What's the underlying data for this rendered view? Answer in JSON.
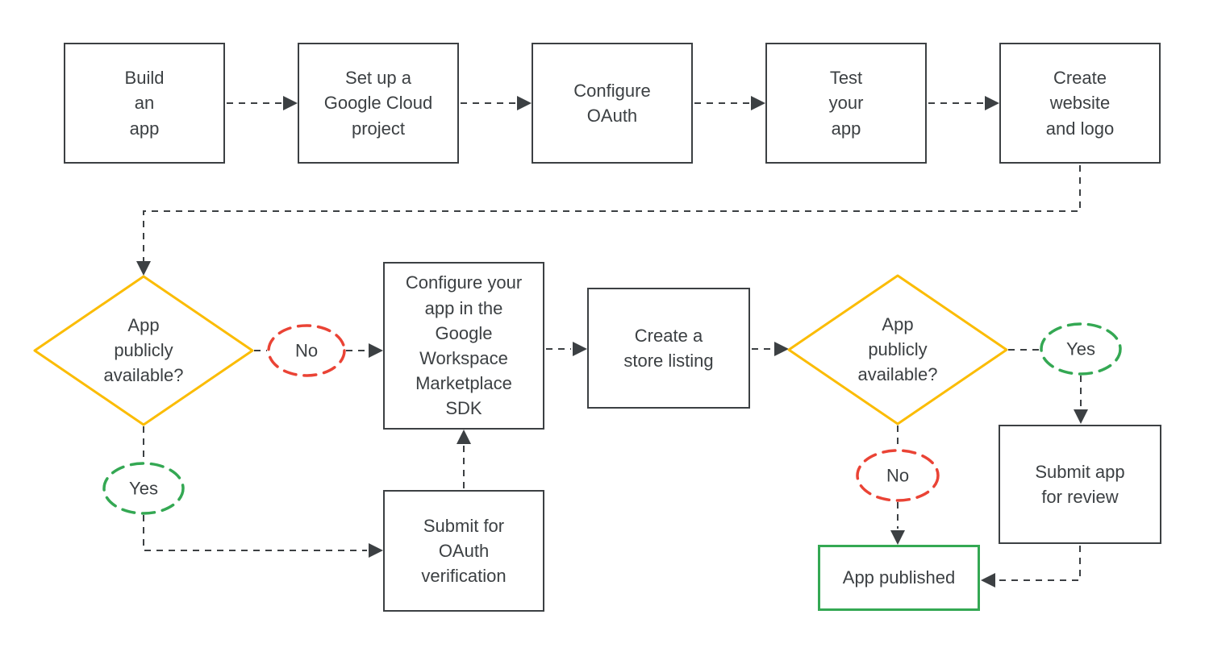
{
  "diagram": {
    "type": "flowchart",
    "colors": {
      "background": "#ffffff",
      "node_border": "#3c4043",
      "text": "#3c4043",
      "connector": "#3c4043",
      "decision": "#fbbc04",
      "no": "#ea4335",
      "yes": "#34a853",
      "published": "#34a853"
    },
    "nodes": {
      "build_app": {
        "label": "Build\nan\napp"
      },
      "setup_project": {
        "label": "Set up a\nGoogle Cloud\nproject"
      },
      "configure_oauth": {
        "label": "Configure\nOAuth"
      },
      "test_app": {
        "label": "Test\nyour\napp"
      },
      "create_website": {
        "label": "Create\nwebsite\nand logo"
      },
      "decision_1": {
        "label": "App\npublicly\navailable?"
      },
      "no_1": {
        "label": "No"
      },
      "yes_1": {
        "label": "Yes"
      },
      "configure_sdk": {
        "label": "Configure your\napp in the\nGoogle\nWorkspace\nMarketplace\nSDK"
      },
      "store_listing": {
        "label": "Create a\nstore listing"
      },
      "submit_oauth": {
        "label": "Submit for\nOAuth\nverification"
      },
      "decision_2": {
        "label": "App\npublicly\navailable?"
      },
      "yes_2": {
        "label": "Yes"
      },
      "no_2": {
        "label": "No"
      },
      "submit_review": {
        "label": "Submit app\nfor review"
      },
      "app_published": {
        "label": "App published"
      }
    },
    "edges": [
      {
        "from": "build_app",
        "to": "setup_project"
      },
      {
        "from": "setup_project",
        "to": "configure_oauth"
      },
      {
        "from": "configure_oauth",
        "to": "test_app"
      },
      {
        "from": "test_app",
        "to": "create_website"
      },
      {
        "from": "create_website",
        "to": "decision_1"
      },
      {
        "from": "decision_1",
        "to": "configure_sdk",
        "label": "No"
      },
      {
        "from": "decision_1",
        "to": "submit_oauth",
        "label": "Yes"
      },
      {
        "from": "submit_oauth",
        "to": "configure_sdk"
      },
      {
        "from": "configure_sdk",
        "to": "store_listing"
      },
      {
        "from": "store_listing",
        "to": "decision_2"
      },
      {
        "from": "decision_2",
        "to": "submit_review",
        "label": "Yes"
      },
      {
        "from": "decision_2",
        "to": "app_published",
        "label": "No"
      },
      {
        "from": "submit_review",
        "to": "app_published"
      }
    ]
  }
}
